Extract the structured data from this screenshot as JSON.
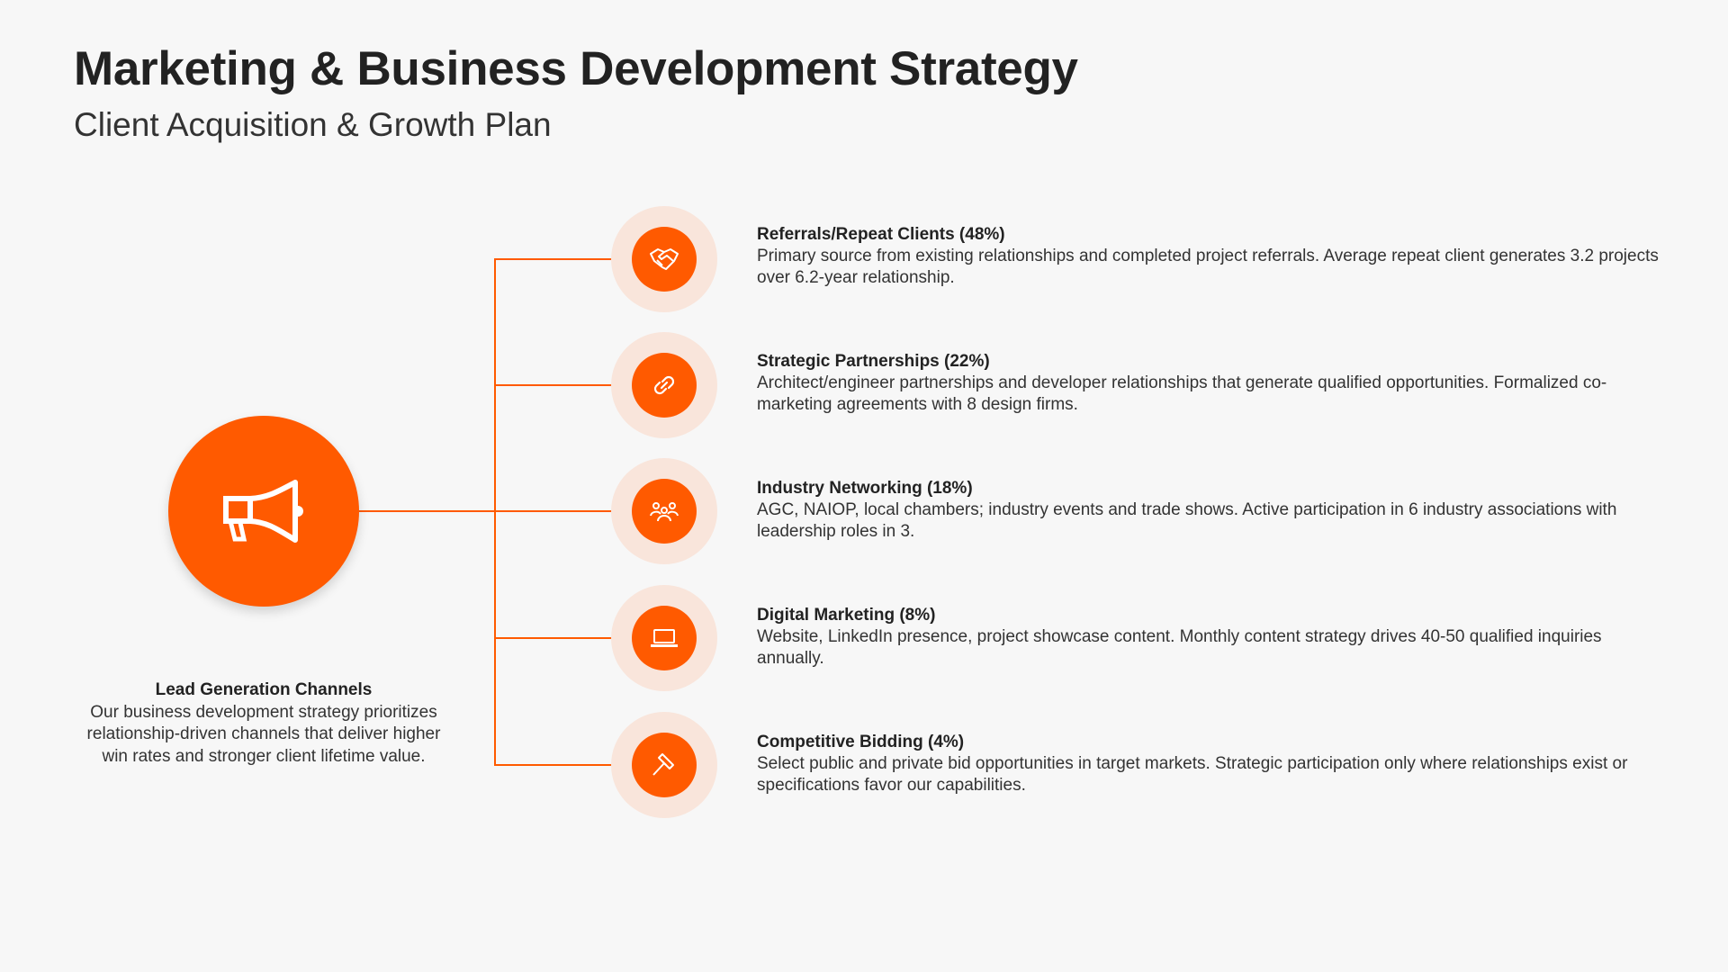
{
  "header": {
    "title": "Marketing & Business Development Strategy",
    "subtitle": "Client Acquisition & Growth Plan"
  },
  "hub": {
    "icon": "megaphone-icon",
    "caption_title": "Lead Generation Channels",
    "caption_text": "Our business development strategy prioritizes relationship-driven channels that deliver higher win rates and stronger client lifetime value."
  },
  "colors": {
    "accent": "#ff5a00",
    "halo": "#f9e5db",
    "background": "#f7f7f7"
  },
  "channels": [
    {
      "icon": "handshake-icon",
      "title": "Referrals/Repeat Clients (48%)",
      "share_percent": 48,
      "description": "Primary source from existing relationships and completed project referrals. Average repeat client generates 3.2 projects over 6.2-year relationship."
    },
    {
      "icon": "link-icon",
      "title": "Strategic Partnerships (22%)",
      "share_percent": 22,
      "description": "Architect/engineer partnerships and developer relationships that generate qualified opportunities. Formalized co-marketing agreements with 8 design firms."
    },
    {
      "icon": "people-group-icon",
      "title": "Industry Networking (18%)",
      "share_percent": 18,
      "description": "AGC, NAIOP, local chambers; industry events and trade shows. Active participation in 6 industry associations with leadership roles in 3."
    },
    {
      "icon": "laptop-icon",
      "title": "Digital Marketing (8%)",
      "share_percent": 8,
      "description": "Website, LinkedIn presence, project showcase content. Monthly content strategy drives 40-50 qualified inquiries annually."
    },
    {
      "icon": "gavel-icon",
      "title": "Competitive Bidding (4%)",
      "share_percent": 4,
      "description": "Select public and private bid opportunities in target markets. Strategic participation only where relationships exist or specifications favor our capabilities."
    }
  ]
}
